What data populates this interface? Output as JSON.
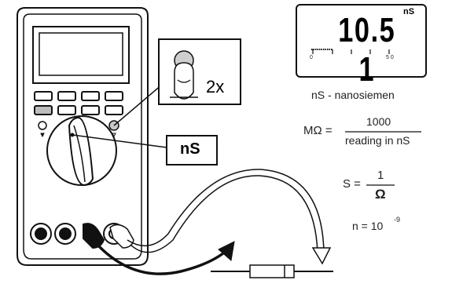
{
  "display": {
    "reading": "10.5 1",
    "unit": "nS",
    "bargraph_zero": "0",
    "bargraph_end": "5 0"
  },
  "callouts": {
    "range_label": "nS",
    "press_count": "2x"
  },
  "notes": {
    "definition": "nS - nanosiemen",
    "formula1_lhs": "MΩ =",
    "formula1_numerator": "1000",
    "formula1_denominator": "reading in nS",
    "formula2_lhs": "S =",
    "formula2_numerator": "1",
    "formula2_denominator": "Ω",
    "formula3_base": "n = 10",
    "formula3_exponent": "-9"
  },
  "icons": {
    "button": "finger-press-icon",
    "meter": "multimeter-icon",
    "component": "resistor-icon"
  }
}
